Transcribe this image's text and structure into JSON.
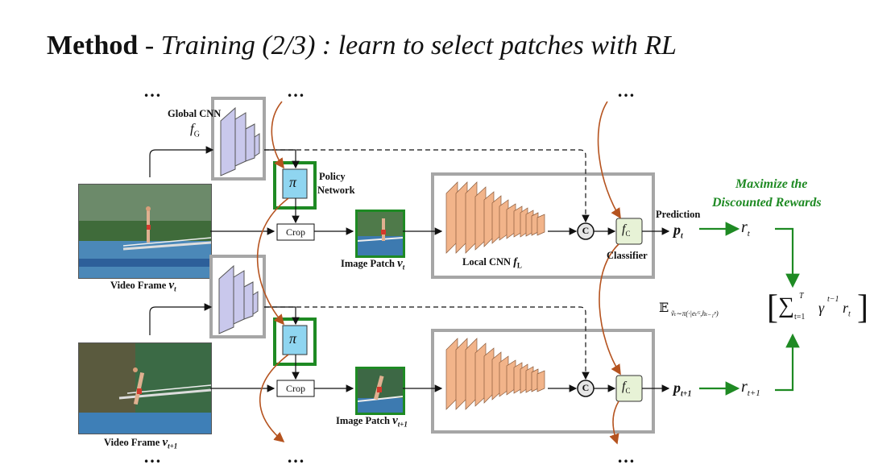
{
  "title": {
    "bold": "Method",
    "dash": " - ",
    "italic": "Training (2/3) : learn to select patches with RL"
  },
  "labels": {
    "ellipsis": "…",
    "global_cnn": "Global CNN",
    "f_g": "f",
    "f_g_sub": "G",
    "policy_network_1": "Policy",
    "policy_network_2": "Network",
    "pi": "π",
    "crop": "Crop",
    "c": "C",
    "f_c": "f",
    "f_c_sub": "C",
    "classifier": "Classifier",
    "prediction": "Prediction",
    "local_cnn": "Local CNN",
    "f_l": "f",
    "f_l_sub": "L",
    "image_patch_t": "Image Patch",
    "image_patch_t1": "Image Patch",
    "video_frame_t": "Video Frame",
    "video_frame_t1": "Video Frame",
    "p_t": "p",
    "p_t_sub": "t",
    "p_t1": "p",
    "p_t1_sub": "t+1",
    "r_t": "r",
    "r_t_sub": "t",
    "r_t1": "r",
    "r_t1_sub": "t+1",
    "v_t": "v",
    "v_t_sub": "t",
    "v_t1": "v",
    "v_t1_sub": "t+1",
    "maximize_1": "Maximize the",
    "maximize_2": "Discounted Rewards",
    "expectation": "𝔼",
    "objective_sub": "ṽₜ∼π(·|eₜᴳ,hₜ₋₁ᵖ)",
    "sum": "∑",
    "sum_top": "T",
    "sum_bottom": "t=1",
    "gamma": "γ",
    "gamma_exp": "t−1",
    "r_term": "r",
    "r_term_sub": "t"
  },
  "colors": {
    "green": "#1e8a23",
    "brown": "#b5531f",
    "gray_box": "#a6a6a6",
    "cnn_fill": "#c9c8ec",
    "pi_fill": "#8fd5f0",
    "fc_fill": "#e7f2d6",
    "local_cnn": "#f2b48a"
  }
}
